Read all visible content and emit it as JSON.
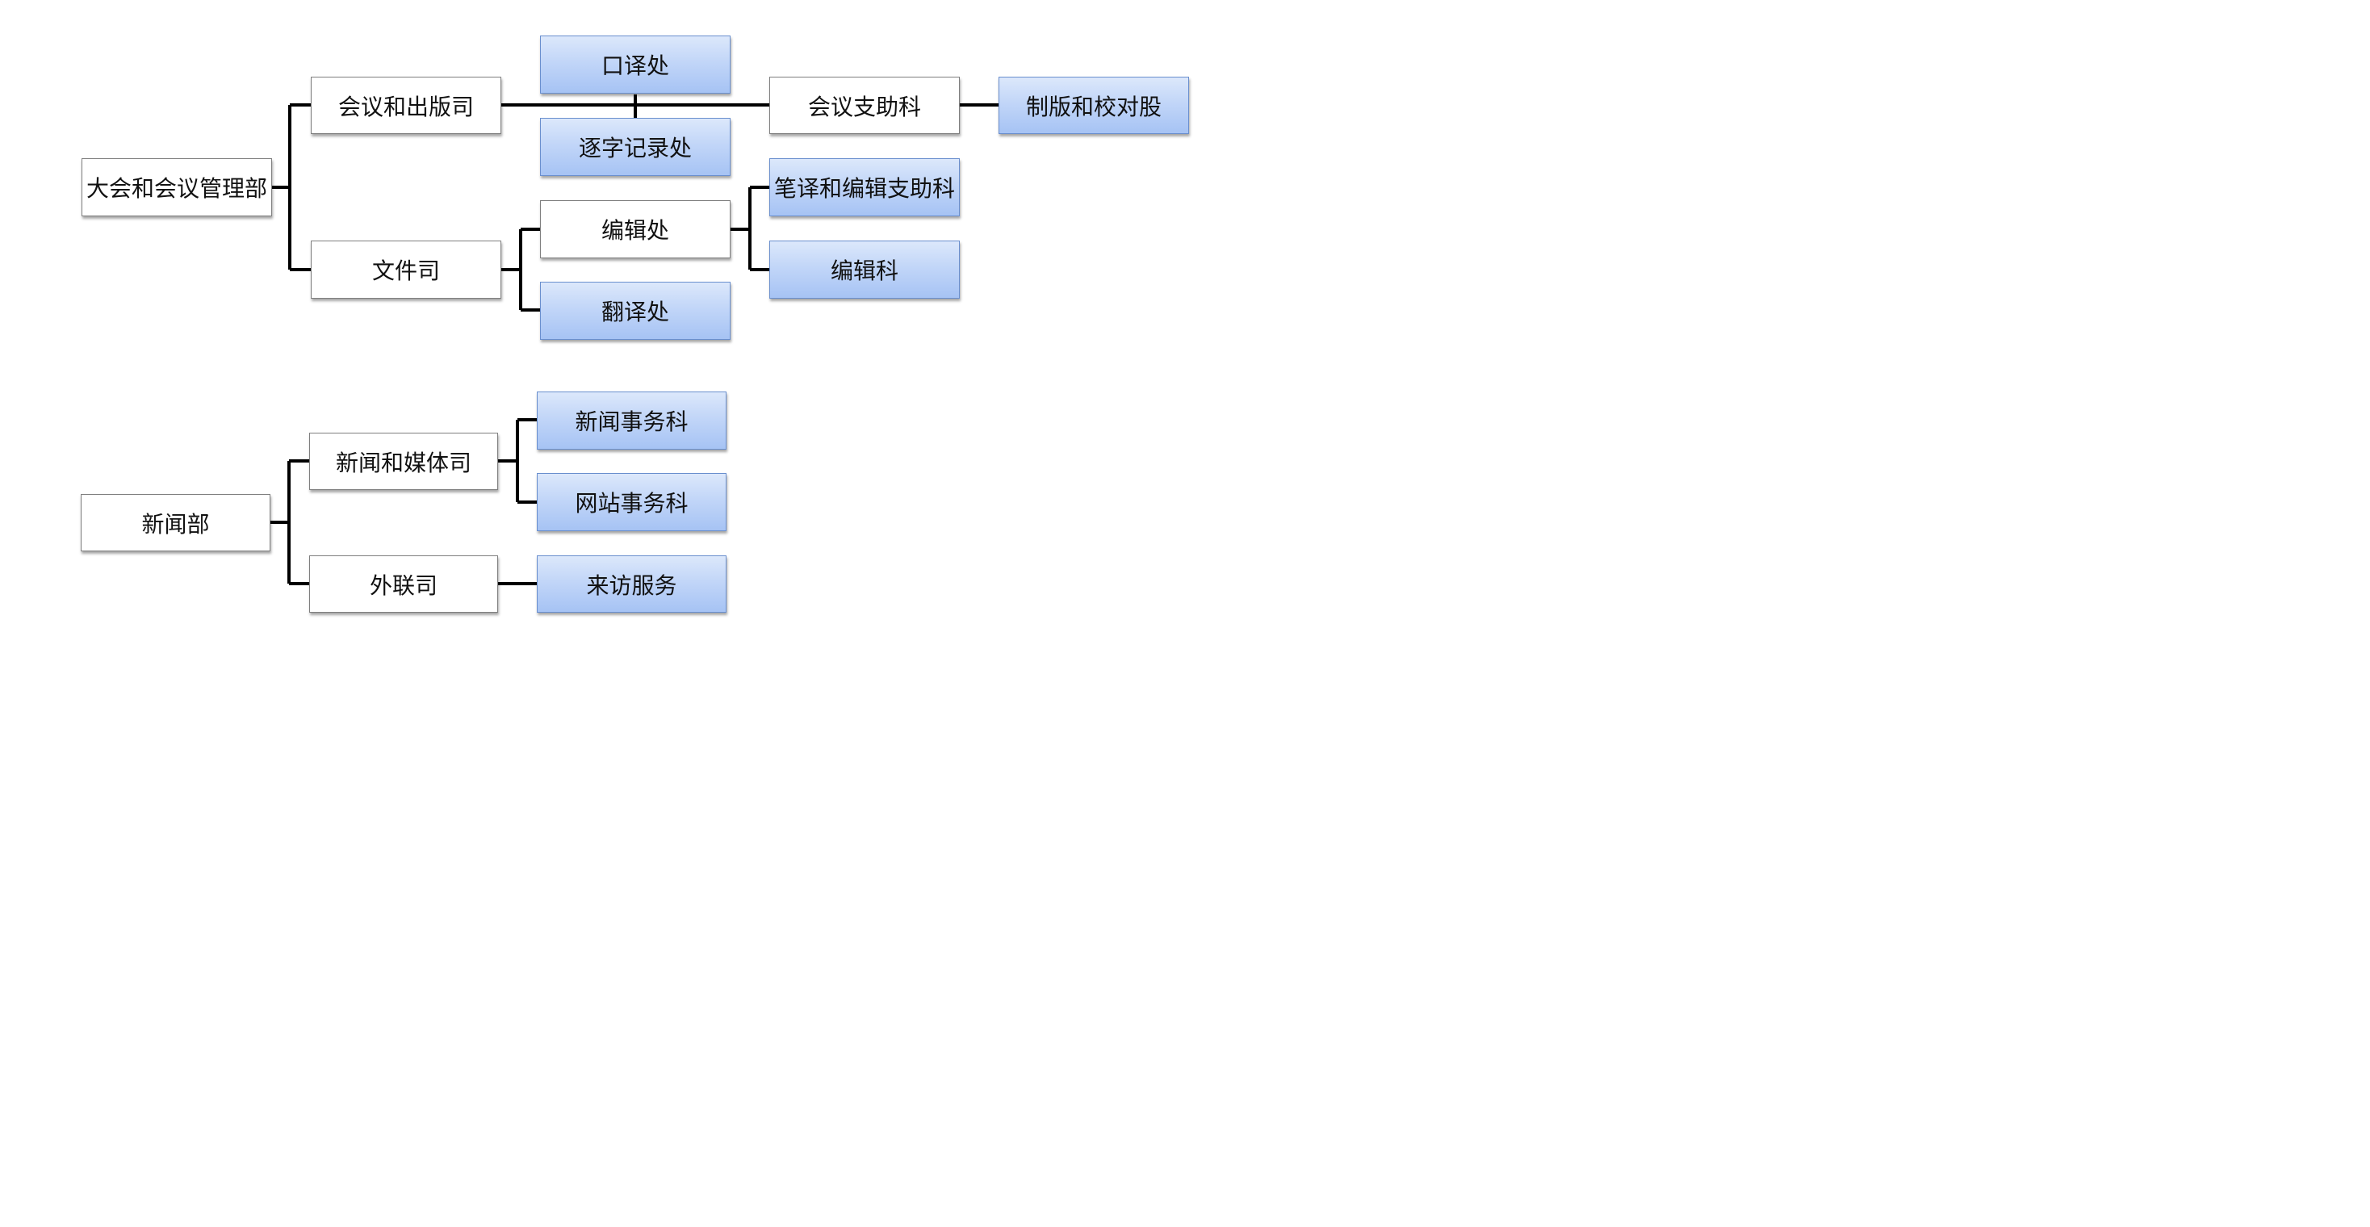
{
  "diagram": {
    "unga": {
      "root": "大会和会议管理部",
      "meetings_publishing": "会议和出版司",
      "interpretation": "口译处",
      "verbatim": "逐字记录处",
      "meetings_support": "会议支助科",
      "copy_preparation": "制版和校对股",
      "documentation": "文件司",
      "editing_service": "编辑处",
      "translation_service": "翻译处",
      "translation_editing_support": "笔译和编辑支助科",
      "editing_section": "编辑科"
    },
    "news": {
      "root": "新闻部",
      "news_media": "新闻和媒体司",
      "news_section": "新闻事务科",
      "web_section": "网站事务科",
      "outreach": "外联司",
      "visitor_services": "来访服务"
    }
  }
}
